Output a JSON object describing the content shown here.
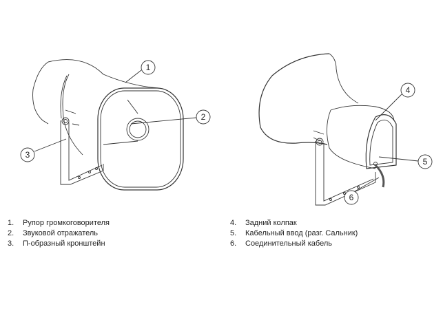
{
  "callouts": [
    "1",
    "2",
    "3",
    "4",
    "5",
    "6"
  ],
  "legend_left": [
    {
      "num": "1.",
      "label": "Рупор громкоговорителя"
    },
    {
      "num": "2.",
      "label": "Звуковой отражатель"
    },
    {
      "num": "3.",
      "label": "П-образный кронштейн"
    }
  ],
  "legend_right": [
    {
      "num": "4.",
      "label": "Задний колпак"
    },
    {
      "num": "5.",
      "label": "Кабельный ввод (разг. Сальник)"
    },
    {
      "num": "6.",
      "label": "Соединительный кабель"
    }
  ]
}
